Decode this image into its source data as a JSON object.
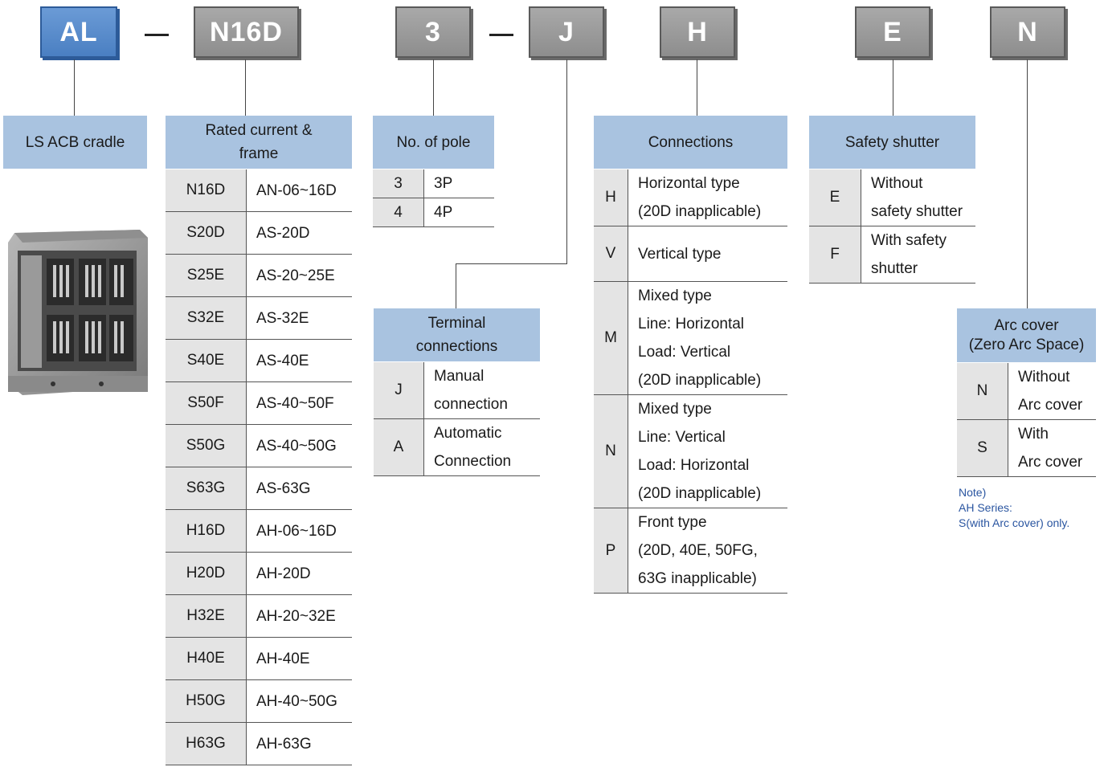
{
  "codes": [
    "AL",
    "N16D",
    "3",
    "J",
    "H",
    "E",
    "N"
  ],
  "cradle": {
    "title": "LS ACB cradle"
  },
  "rated": {
    "title": "Rated current & frame",
    "rows": [
      {
        "code": "N16D",
        "value": "AN-06~16D"
      },
      {
        "code": "S20D",
        "value": "AS-20D"
      },
      {
        "code": "S25E",
        "value": "AS-20~25E"
      },
      {
        "code": "S32E",
        "value": "AS-32E"
      },
      {
        "code": "S40E",
        "value": "AS-40E"
      },
      {
        "code": "S50F",
        "value": "AS-40~50F"
      },
      {
        "code": "S50G",
        "value": "AS-40~50G"
      },
      {
        "code": "S63G",
        "value": "AS-63G"
      },
      {
        "code": "H16D",
        "value": "AH-06~16D"
      },
      {
        "code": "H20D",
        "value": "AH-20D"
      },
      {
        "code": "H32E",
        "value": "AH-20~32E"
      },
      {
        "code": "H40E",
        "value": "AH-40E"
      },
      {
        "code": "H50G",
        "value": "AH-40~50G"
      },
      {
        "code": "H63G",
        "value": "AH-63G"
      }
    ]
  },
  "pole": {
    "title": "No. of pole",
    "rows": [
      {
        "code": "3",
        "value": "3P"
      },
      {
        "code": "4",
        "value": "4P"
      }
    ]
  },
  "terminal": {
    "title": "Terminal connections",
    "rows": [
      {
        "code": "J",
        "lines": [
          "Manual",
          "connection"
        ]
      },
      {
        "code": "A",
        "lines": [
          "Automatic",
          "Connection"
        ]
      }
    ]
  },
  "connections": {
    "title": "Connections",
    "rows": [
      {
        "code": "H",
        "lines": [
          "Horizontal type",
          "(20D inapplicable)"
        ]
      },
      {
        "code": "V",
        "lines": [
          "Vertical type"
        ]
      },
      {
        "code": "M",
        "lines": [
          "Mixed type",
          "Line: Horizontal",
          "Load: Vertical",
          "(20D inapplicable)"
        ]
      },
      {
        "code": "N",
        "lines": [
          "Mixed type",
          "Line: Vertical",
          "Load: Horizontal",
          "(20D inapplicable)"
        ]
      },
      {
        "code": "P",
        "lines": [
          "Front type",
          "(20D, 40E, 50FG,",
          "63G  inapplicable)"
        ]
      }
    ]
  },
  "shutter": {
    "title": "Safety shutter",
    "rows": [
      {
        "code": "E",
        "lines": [
          "Without",
          "safety shutter"
        ]
      },
      {
        "code": "F",
        "lines": [
          "With safety",
          "shutter"
        ]
      }
    ]
  },
  "arc": {
    "title_lines": [
      "Arc cover",
      "(Zero Arc Space)"
    ],
    "rows": [
      {
        "code": "N",
        "lines": [
          "Without",
          "Arc cover"
        ]
      },
      {
        "code": "S",
        "lines": [
          "With",
          "Arc cover"
        ]
      }
    ]
  },
  "note": [
    "Note)",
    "AH Series:",
    "S(with Arc cover) only."
  ],
  "colors": {
    "header_bg": "#a9c3e0",
    "code_bg": "#e4e4e4",
    "blue_block": "#4a7fc2",
    "grey_block": "#999999",
    "note_text": "#2a55a0"
  }
}
